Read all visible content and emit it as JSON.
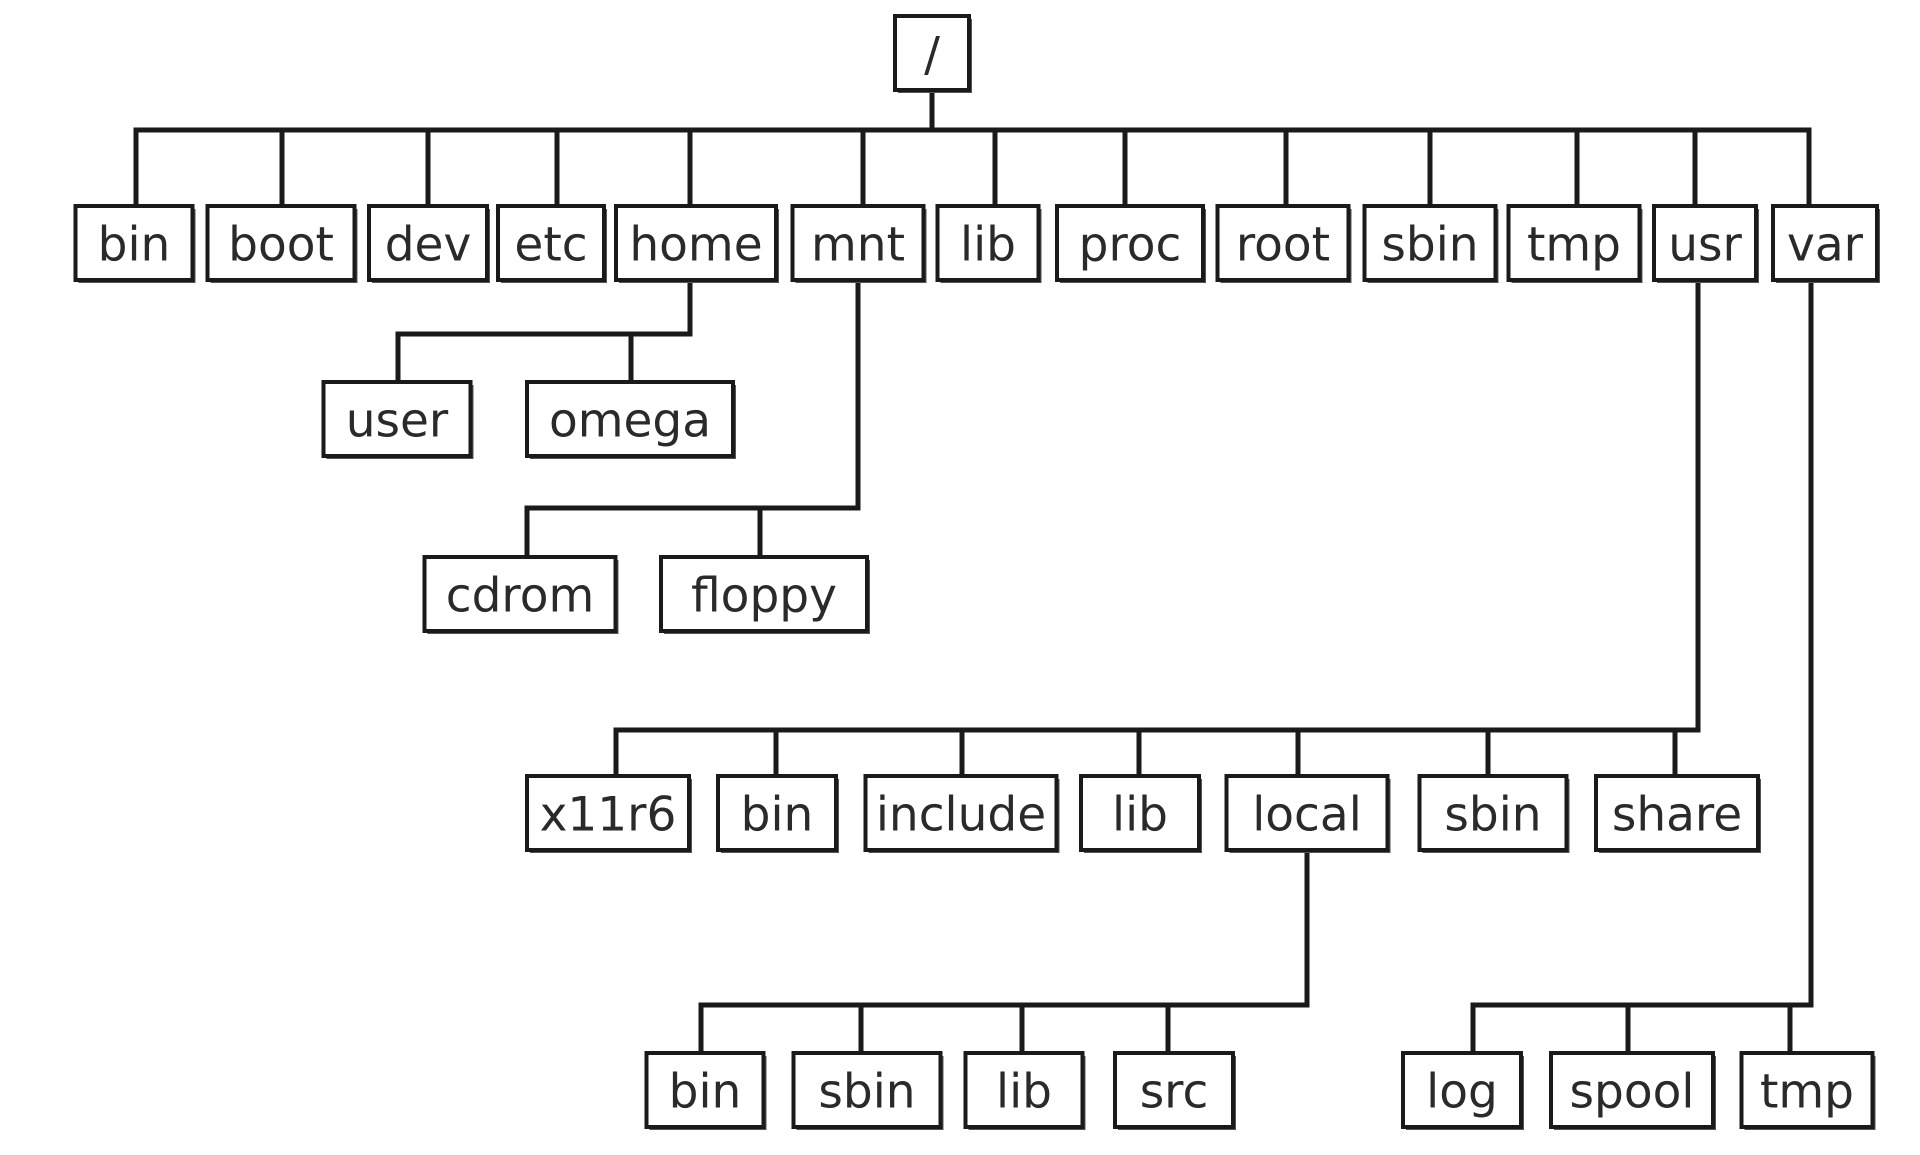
{
  "tree": {
    "label": "/",
    "children": [
      {
        "label": "bin"
      },
      {
        "label": "boot"
      },
      {
        "label": "dev"
      },
      {
        "label": "etc"
      },
      {
        "label": "home",
        "children": [
          {
            "label": "user"
          },
          {
            "label": "omega"
          }
        ]
      },
      {
        "label": "mnt",
        "children": [
          {
            "label": "cdrom"
          },
          {
            "label": "floppy"
          }
        ]
      },
      {
        "label": "lib"
      },
      {
        "label": "proc"
      },
      {
        "label": "root"
      },
      {
        "label": "sbin"
      },
      {
        "label": "tmp"
      },
      {
        "label": "usr",
        "children": [
          {
            "label": "x11r6"
          },
          {
            "label": "bin"
          },
          {
            "label": "include"
          },
          {
            "label": "lib"
          },
          {
            "label": "local",
            "children": [
              {
                "label": "bin"
              },
              {
                "label": "sbin"
              },
              {
                "label": "lib"
              },
              {
                "label": "src"
              }
            ]
          },
          {
            "label": "sbin"
          },
          {
            "label": "share"
          }
        ]
      },
      {
        "label": "var",
        "children": [
          {
            "label": "log"
          },
          {
            "label": "spool"
          },
          {
            "label": "tmp"
          }
        ]
      }
    ]
  }
}
